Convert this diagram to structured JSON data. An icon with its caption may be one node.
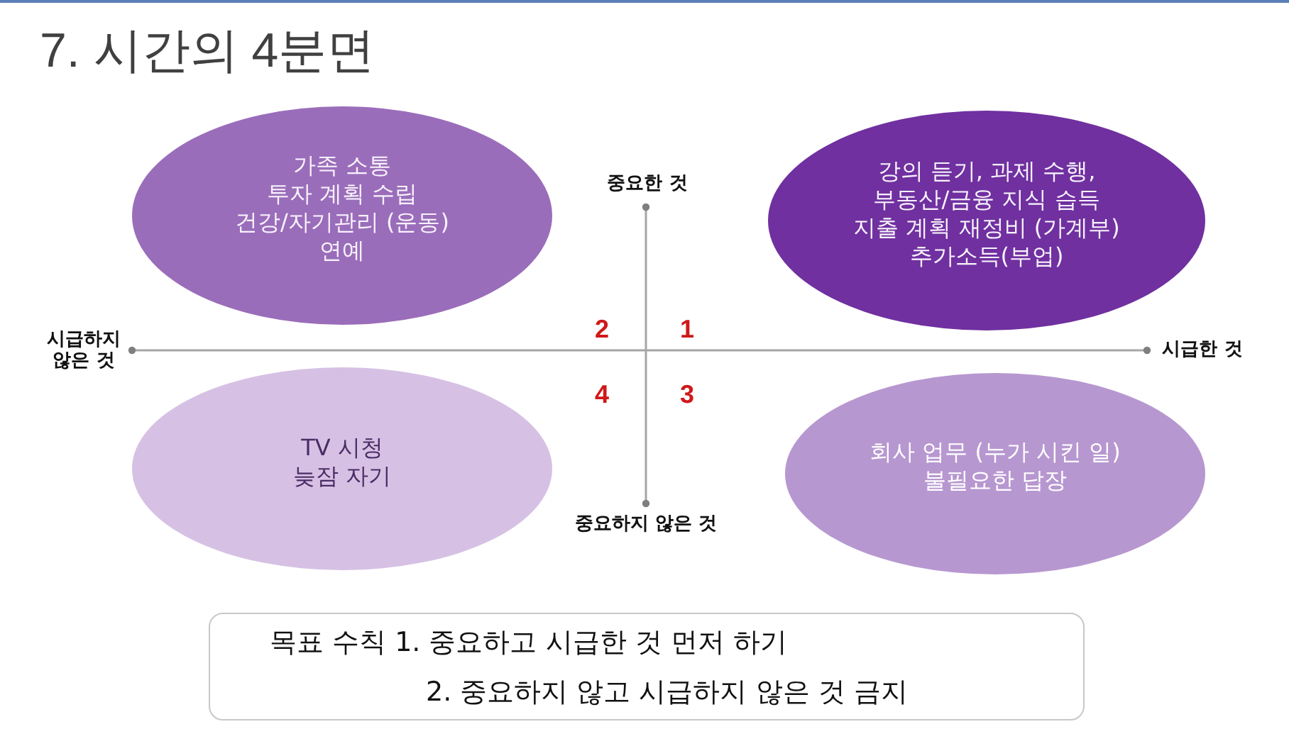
{
  "diagram": {
    "title": "7. 시간의 4분면",
    "nodes": [
      {
        "text": [
          "가족 소통",
          "투자 계획 수립",
          "건강/자기관리 (운동)",
          "연예"
        ]
      },
      {
        "text": [
          "강의 듣기, 과제 수행,",
          "부동산/금융 지식 습득",
          "지출 계획 재정비 (가계부)",
          "추가소득(부업)"
        ]
      },
      {
        "text": [
          "TV 시청",
          "늦잠 자기"
        ]
      },
      {
        "text": [
          "회사 업무 (누가 시킨 일)",
          "불필요한 답장"
        ]
      },
      {
        "text": [
          "목표 수칙 1. 중요하고 시급한 것 먼저 하기",
          "2. 중요하지 않고 시급하지 않은 것 금지"
        ]
      }
    ],
    "labels": [
      "중요한 것",
      "시급하지 않은 것",
      "2",
      "1",
      "시급한 것",
      "4",
      "3",
      "중요하지 않은 것"
    ]
  }
}
